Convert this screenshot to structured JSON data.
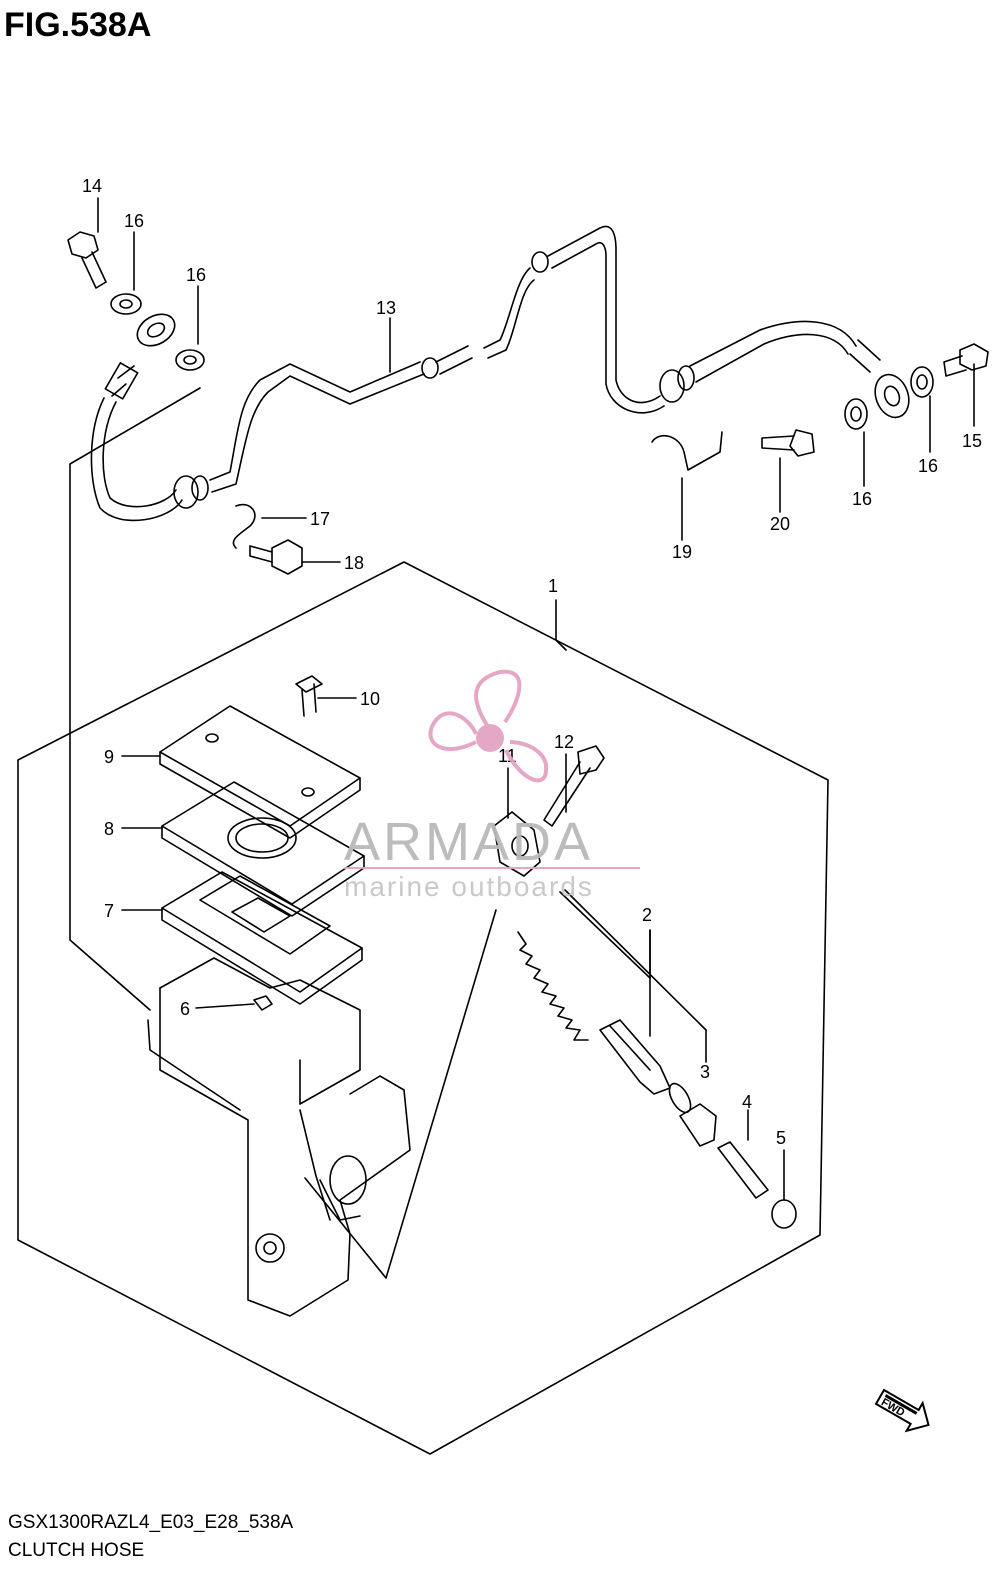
{
  "figure_title": "FIG.538A",
  "part_labels": [
    {
      "id": "1",
      "text": "1"
    },
    {
      "id": "2",
      "text": "2"
    },
    {
      "id": "3",
      "text": "3"
    },
    {
      "id": "4",
      "text": "4"
    },
    {
      "id": "5",
      "text": "5"
    },
    {
      "id": "6",
      "text": "6"
    },
    {
      "id": "7",
      "text": "7"
    },
    {
      "id": "8",
      "text": "8"
    },
    {
      "id": "9",
      "text": "9"
    },
    {
      "id": "10",
      "text": "10"
    },
    {
      "id": "11",
      "text": "11"
    },
    {
      "id": "12",
      "text": "12"
    },
    {
      "id": "13",
      "text": "13"
    },
    {
      "id": "14",
      "text": "14"
    },
    {
      "id": "15",
      "text": "15"
    },
    {
      "id": "16a",
      "text": "16"
    },
    {
      "id": "16b",
      "text": "16"
    },
    {
      "id": "16c",
      "text": "16"
    },
    {
      "id": "16d",
      "text": "16"
    },
    {
      "id": "17",
      "text": "17"
    },
    {
      "id": "18",
      "text": "18"
    },
    {
      "id": "19",
      "text": "19"
    },
    {
      "id": "20",
      "text": "20"
    }
  ],
  "watermark": {
    "brand": "ARMADA",
    "tagline": "marine outboards",
    "color": "#e4a3c3"
  },
  "direction_marker": "FWD",
  "footer": {
    "code": "GSX1300RAZL4_E03_E28_538A",
    "name": "CLUTCH HOSE"
  },
  "colors": {
    "line": "#000000",
    "watermark_pink": "#e4a3c3"
  }
}
